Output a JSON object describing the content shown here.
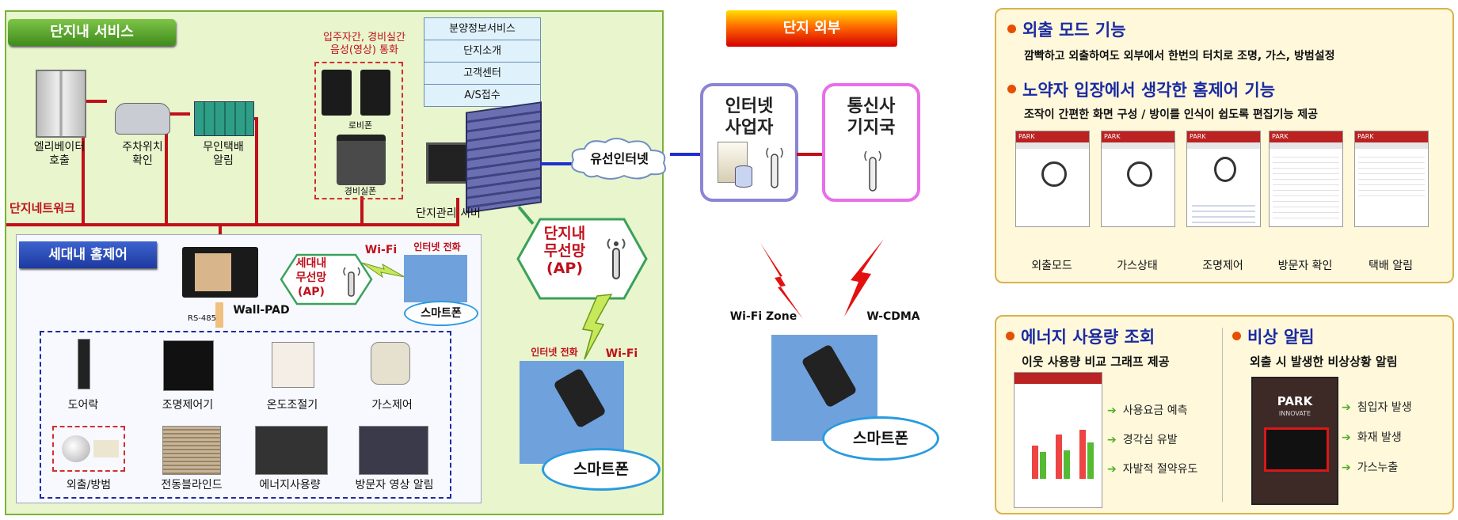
{
  "complex": {
    "title": "단지내 서비스",
    "network_label": "단지네트워크",
    "elevator": "엘리베이터\n호출",
    "parking": "주차위치\n확인",
    "delivery": "무인택배\n알림",
    "call_caption": "입주자간, 경비실간\n음성(영상) 통화",
    "lobby_phone": "로비폰",
    "guard_phone": "경비실폰",
    "server_menu": [
      "분양정보서비스",
      "단지소개",
      "고객센터",
      "A/S접수"
    ],
    "server_label": "단지관리 서버",
    "wired_internet": "유선인터넷",
    "wireless_ap": "단지내\n무선망\n(AP)",
    "internet_call": "인터넷 전화",
    "wifi": "Wi-Fi",
    "smartphone": "스마트폰"
  },
  "home": {
    "title": "세대내 홈제어",
    "ap": "세대내\n무선망\n(AP)",
    "wifi": "Wi-Fi",
    "internet_call": "인터넷 전화",
    "smartphone": "스마트폰",
    "wallpad": "Wall-PAD",
    "rs485": "RS-485",
    "devices": [
      "도어락",
      "조명제어기",
      "온도조절기",
      "가스제어",
      "외출/방범",
      "전동블라인드",
      "에너지사용량",
      "방문자 영상 알림"
    ]
  },
  "outside": {
    "title": "단지 외부",
    "isp": "인터넷\n사업자",
    "carrier": "통신사\n기지국",
    "wifi_zone": "Wi-Fi Zone",
    "wcdma": "W-CDMA",
    "smartphone": "스마트폰"
  },
  "features": {
    "away_title": "외출 모드 기능",
    "away_desc": "깜빡하고 외출하여도 외부에서 한번의 터치로 조명, 가스, 방범설정",
    "elderly_title": "노약자 입장에서 생각한 홈제어 기능",
    "elderly_desc": "조작이 간편한 화면 구성 / 방이를 인식이 쉽도록 편집기능 제공",
    "screens": [
      "외출모드",
      "가스상태",
      "조명제어",
      "방문자 확인",
      "택배 알림"
    ],
    "screen_bar": "PARK",
    "energy_title": "에너지 사용량 조회",
    "energy_desc": "이웃 사용량 비교 그래프 제공",
    "energy_bullets": [
      "사용요금 예측",
      "경각심 유발",
      "자발적 절약유도"
    ],
    "alert_title": "비상 알림",
    "alert_desc": "외출 시 발생한 비상상황 알림",
    "alert_bullets": [
      "침입자 발생",
      "화재 발생",
      "가스누출"
    ],
    "alert_brand": "PARK",
    "alert_brand_sub": "INNOVATE"
  },
  "colors": {
    "network": "#c0101a",
    "wired": "#1d2fd0",
    "ap_green": "#3aa15a",
    "title_blue": "#1a2ba3"
  }
}
